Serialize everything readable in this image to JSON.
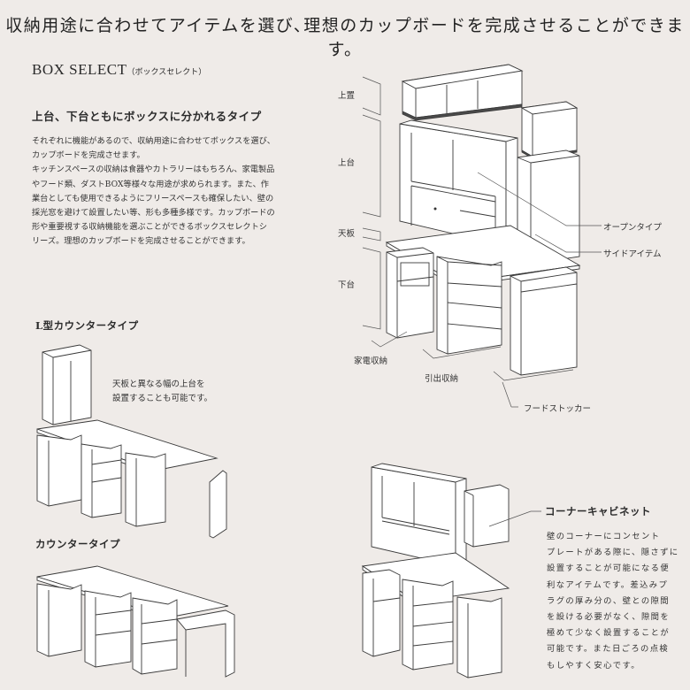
{
  "headline": "収納用途に合わせてアイテムを選び､理想のカップボードを完成させることができます。",
  "title": {
    "main": "BOX SELECT",
    "sub": "（ボックスセレクト）"
  },
  "subhead": "上台、下台ともにボックスに分かれるタイプ",
  "body": [
    "それぞれに機能があるので、収納用途に合わせてボックスを選び、",
    "カップボードを完成させます。",
    "キッチンスペースの収納は食器やカトラリーはもちろん、家電製品",
    "やフード類、ダストBOX等様々な用途が求められます。また、作",
    "業台としても使用できるようにフリースペースも確保したい、壁の",
    "採光窓を避けて設置したい等、形も多種多様です。カップボードの",
    "形や重要視する収納機能を選ぶことができるボックスセレクトシ",
    "リーズ。理想のカップボードを完成させることができます。"
  ],
  "main_diagram": {
    "levels": {
      "upper_top": "上置",
      "upper": "上台",
      "countertop": "天板",
      "lower": "下台"
    },
    "callouts": {
      "open_type": "オープンタイプ",
      "side_item": "サイドアイテム"
    },
    "bottom_labels": {
      "appliance": "家電収納",
      "drawer": "引出収納",
      "food": "フードストッカー"
    }
  },
  "l_type": {
    "title": "L型カウンタータイプ",
    "note": [
      "天板と異なる幅の上台を",
      "設置することも可能です。"
    ]
  },
  "counter_type": {
    "title": "カウンタータイプ"
  },
  "corner": {
    "title": "コーナーキャビネット",
    "text": [
      "壁のコーナーにコンセント",
      "プレートがある際に、隠さずに",
      "設置することが可能になる便",
      "利なアイテムです。差込みプ",
      "ラグの厚み分の、壁との隙間",
      "を設ける必要がなく、隙間を",
      "極めて少なく設置することが",
      "可能です。また日ごろの点検",
      "もしやすく安心です。"
    ]
  }
}
